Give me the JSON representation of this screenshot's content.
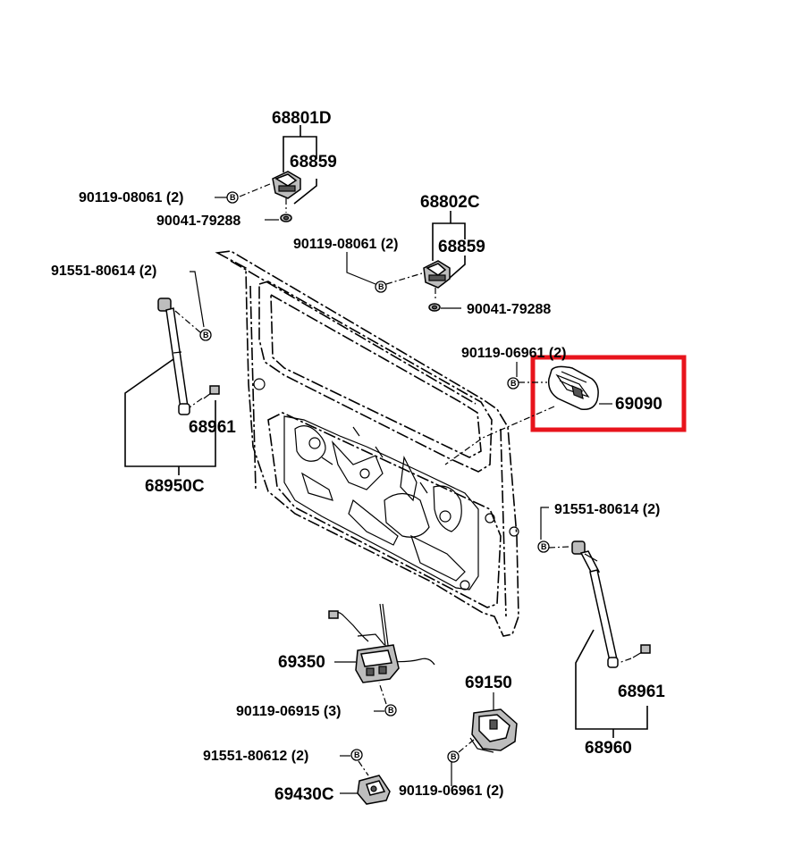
{
  "labels": {
    "p68801D": "68801D",
    "p68859_a": "68859",
    "p90119_08061_a": "90119-08061 (2)",
    "p90041_79288_a": "90041-79288",
    "p68802C": "68802C",
    "p90119_08061_b": "90119-08061 (2)",
    "p68859_b": "68859",
    "p90041_79288_b": "90041-79288",
    "p91551_80614_a": "91551-80614 (2)",
    "p90119_06961_a": "90119-06961 (2)",
    "p69090": "69090",
    "p68961_a": "68961",
    "p68950C": "68950C",
    "p91551_80614_b": "91551-80614 (2)",
    "p69350": "69350",
    "p69150": "69150",
    "p90119_06915": "90119-06915 (3)",
    "p68961_b": "68961",
    "p68960": "68960",
    "p91551_80612": "91551-80612 (2)",
    "p90119_06961_b": "90119-06961 (2)",
    "p69430C": "69430C"
  },
  "bolt_marker": "B",
  "highlight_color": "#e8141c"
}
